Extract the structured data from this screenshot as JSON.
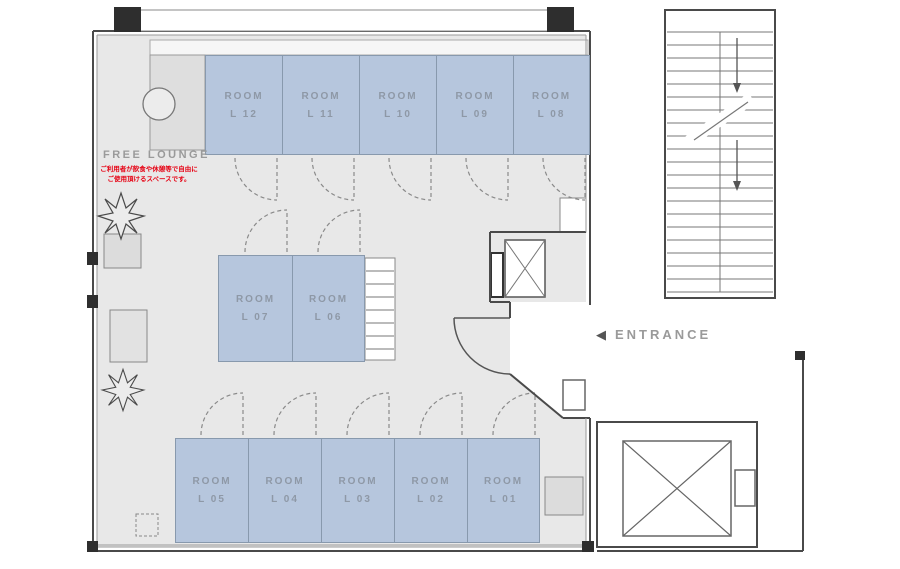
{
  "labels": {
    "free_lounge": "FREE LOUNGE",
    "free_lounge_note_line1": "ご利用者が飲食や休憩等で自由に",
    "free_lounge_note_line2": "ご使用頂けるスペースです。",
    "entrance": "ENTRANCE",
    "entrance_arrow": "◀"
  },
  "rooms": [
    {
      "name": "ROOM",
      "number": "L 12"
    },
    {
      "name": "ROOM",
      "number": "L 11"
    },
    {
      "name": "ROOM",
      "number": "L 10"
    },
    {
      "name": "ROOM",
      "number": "L 09"
    },
    {
      "name": "ROOM",
      "number": "L 08"
    },
    {
      "name": "ROOM",
      "number": "L 07"
    },
    {
      "name": "ROOM",
      "number": "L 06"
    },
    {
      "name": "ROOM",
      "number": "L 05"
    },
    {
      "name": "ROOM",
      "number": "L 04"
    },
    {
      "name": "ROOM",
      "number": "L 03"
    },
    {
      "name": "ROOM",
      "number": "L 02"
    },
    {
      "name": "ROOM",
      "number": "L 01"
    }
  ],
  "colors": {
    "room_fill": "#b6c6dd",
    "room_border": "#8899ad",
    "room_label": "#8e98a6",
    "floor": "#e8e8e8",
    "wall": "#4a4a4a",
    "lounge_label": "#9a9a9a",
    "note_red": "#e60012",
    "entrance_label": "#9a9a9a"
  }
}
